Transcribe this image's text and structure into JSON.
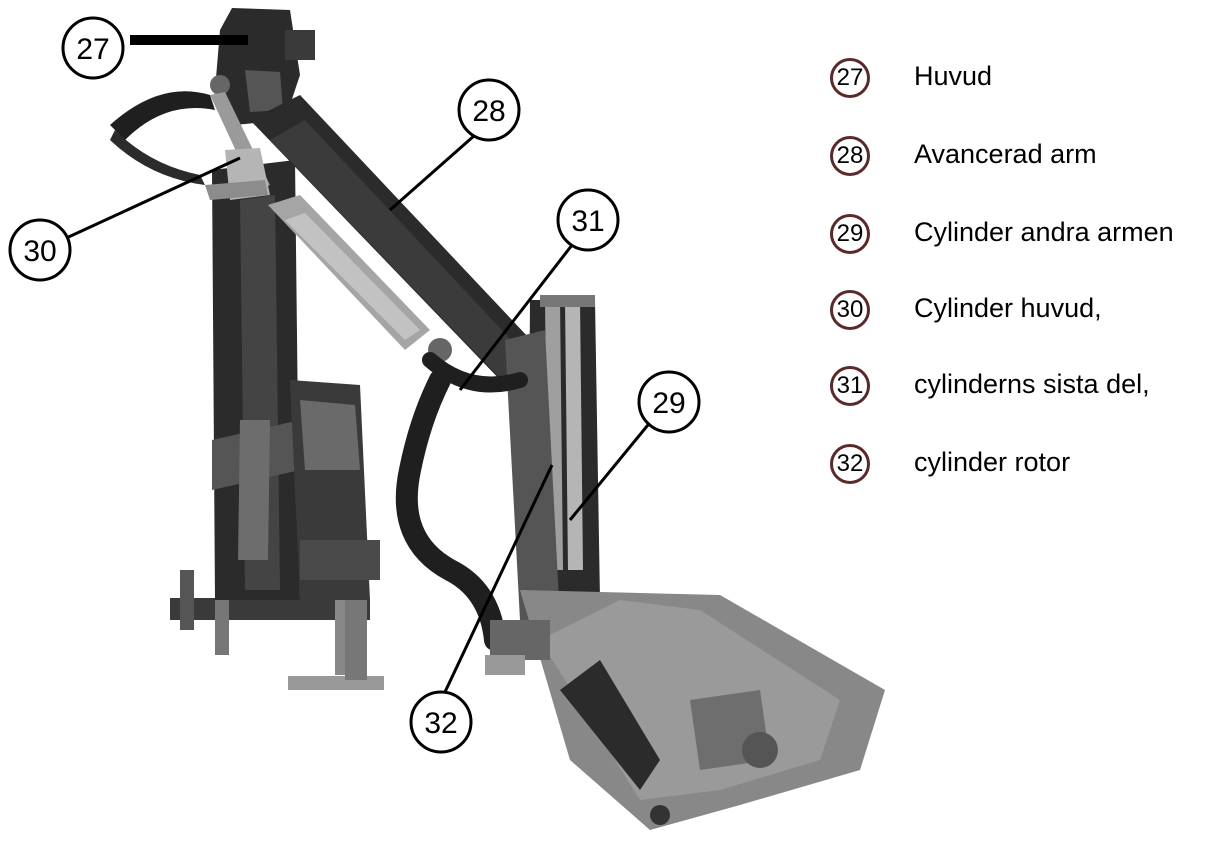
{
  "diagram": {
    "callouts": [
      {
        "id": "27",
        "text": "27"
      },
      {
        "id": "28",
        "text": "28"
      },
      {
        "id": "29",
        "text": "29"
      },
      {
        "id": "30",
        "text": "30"
      },
      {
        "id": "31",
        "text": "31"
      },
      {
        "id": "32",
        "text": "32"
      }
    ]
  },
  "legend": {
    "items": [
      {
        "number": "27",
        "label": "Huvud"
      },
      {
        "number": "28",
        "label": "Avancerad arm"
      },
      {
        "number": "29",
        "label": "Cylinder andra armen"
      },
      {
        "number": "30",
        "label": "Cylinder huvud,"
      },
      {
        "number": "31",
        "label": "cylinderns sista del,"
      },
      {
        "number": "32",
        "label": "cylinder rotor"
      }
    ]
  },
  "colors": {
    "machine_dark": "#2b2b2b",
    "machine_mid": "#555555",
    "machine_light": "#8c8c8c",
    "machine_pale": "#b5b5b5",
    "badge_border": "#5a2a2a"
  }
}
